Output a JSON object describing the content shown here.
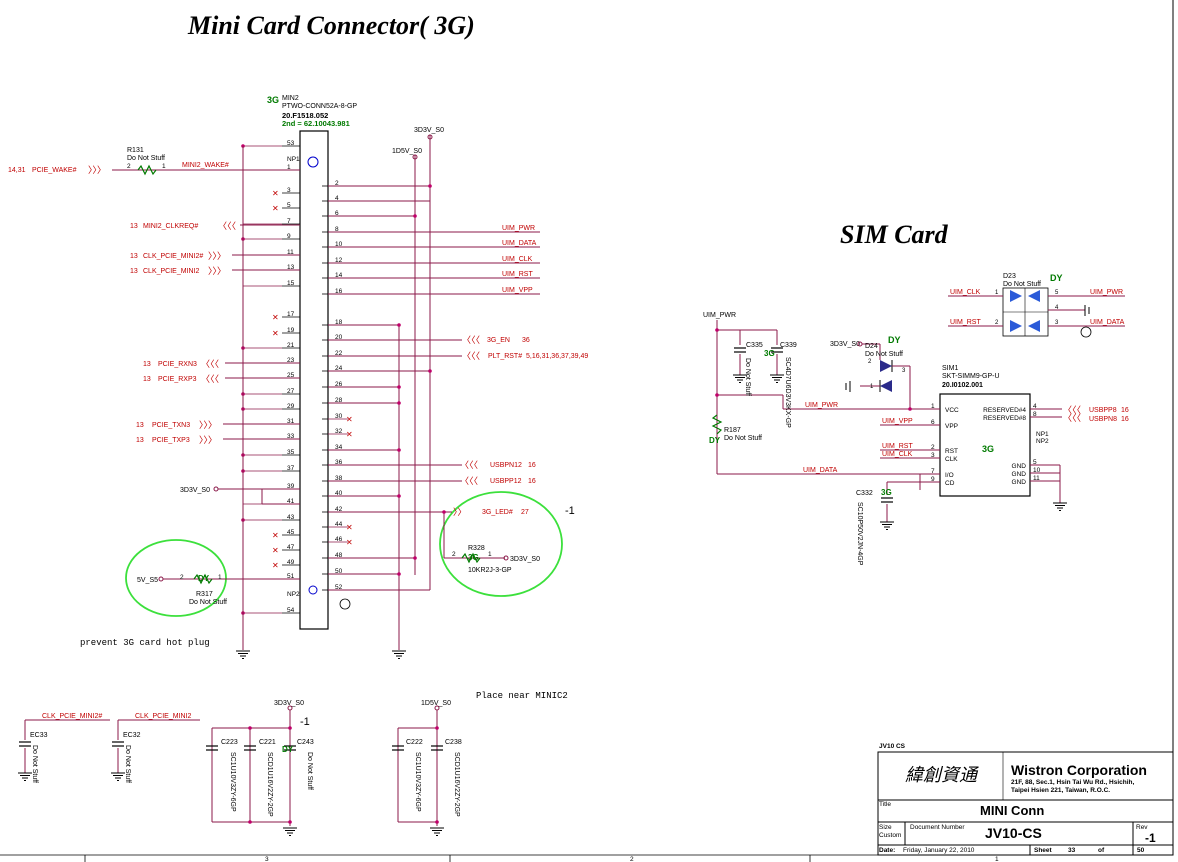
{
  "titles": {
    "mini_card": "Mini Card Connector( 3G)",
    "sim_card": "SIM Card"
  },
  "connector": {
    "tag": "3G",
    "ref": "MIN2",
    "part": "PTWO-CONN52A-8-GP",
    "pn": "20.F1518.052",
    "second": "2nd = 62.10043.981",
    "left_pins": [
      "53",
      "NP1",
      "1",
      "3",
      "5",
      "7",
      "9",
      "11",
      "13",
      "15",
      "17",
      "19",
      "21",
      "23",
      "25",
      "27",
      "29",
      "31",
      "33",
      "35",
      "37",
      "39",
      "41",
      "43",
      "45",
      "47",
      "49",
      "51",
      "NP2",
      "54"
    ],
    "right_pins": [
      "2",
      "4",
      "6",
      "8",
      "10",
      "12",
      "14",
      "16",
      "18",
      "20",
      "22",
      "24",
      "26",
      "28",
      "30",
      "32",
      "34",
      "36",
      "38",
      "40",
      "42",
      "44",
      "46",
      "48",
      "50",
      "52"
    ]
  },
  "rails": {
    "r3d3v": "3D3V_S0",
    "r1d5v": "1D5V_S0",
    "r5v": "5V_S5"
  },
  "left_nets": {
    "wake_ref": "14,31",
    "wake": "PCIE_WAKE#",
    "wake_local": "MINI2_WAKE#",
    "clkreq_ref": "13",
    "clkreq": "MINI2_CLKREQ#",
    "clkn_ref": "13",
    "clkn": "CLK_PCIE_MINI2#",
    "clkp_ref": "13",
    "clkp": "CLK_PCIE_MINI2",
    "rxn_ref": "13",
    "rxn": "PCIE_RXN3",
    "rxp_ref": "13",
    "rxp": "PCIE_RXP3",
    "txn_ref": "13",
    "txn": "PCIE_TXN3",
    "txp_ref": "13",
    "txp": "PCIE_TXP3"
  },
  "right_nets": {
    "uim_pwr": "UIM_PWR",
    "uim_data": "UIM_DATA",
    "uim_clk": "UIM_CLK",
    "uim_rst": "UIM_RST",
    "uim_vpp": "UIM_VPP",
    "en": "3G_EN",
    "en_ref": "36",
    "rst": "PLT_RST#",
    "rst_ref": "5,16,31,36,37,39,49",
    "usbpn": "USBPN12",
    "usbpn_ref": "16",
    "usbpp": "USBPP12",
    "usbpp_ref": "16",
    "led": "3G_LED#",
    "led_ref": "27"
  },
  "r131": {
    "ref": "R131",
    "note": "Do Not Stuff",
    "p1": "1",
    "p2": "2"
  },
  "r317": {
    "ref": "R317",
    "note": "Do Not Stuff",
    "tag": "DY",
    "p1": "1",
    "p2": "2"
  },
  "r328": {
    "ref": "R328",
    "tag": "3G",
    "value": "10KR2J-3-GP",
    "p1": "1",
    "p2": "2"
  },
  "rev_mark": "-1",
  "hotplug_note": "prevent 3G card hot plug",
  "place_note": "Place near MINIC2",
  "sim": {
    "ref": "SIM1",
    "part": "SKT-SIMM9-GP-U",
    "pn": "20.I0102.001",
    "tag": "3G",
    "pins_left": [
      {
        "n": "1",
        "name": "VCC"
      },
      {
        "n": "6",
        "name": "VPP"
      },
      {
        "n": "2",
        "name": "RST"
      },
      {
        "n": "3",
        "name": "CLK"
      },
      {
        "n": "7",
        "name": "I/O"
      },
      {
        "n": "9",
        "name": "CD"
      }
    ],
    "pins_right": [
      {
        "n": "4",
        "name": "RESERVED#4"
      },
      {
        "n": "8",
        "name": "RESERVED#8"
      },
      {
        "n": "",
        "name": "NP1"
      },
      {
        "n": "",
        "name": "NP2"
      },
      {
        "n": "5",
        "name": "GND"
      },
      {
        "n": "10",
        "name": "GND"
      },
      {
        "n": "11",
        "name": "GND"
      }
    ],
    "usbpp": "USBPP8",
    "usbpp_ref": "16",
    "usbpn": "USBPN8",
    "usbpn_ref": "16"
  },
  "d23": {
    "ref": "D23",
    "note": "Do Not Stuff",
    "tag": "DY"
  },
  "d24": {
    "ref": "D24",
    "note": "Do Not Stuff",
    "tag": "DY"
  },
  "c335": {
    "ref": "C335",
    "note": "Do Not Stuff"
  },
  "c339": {
    "ref": "C339",
    "tag": "3G",
    "value": "SC4D7U6D3V3KX-GP"
  },
  "r187": {
    "ref": "R187",
    "note": "Do Not Stuff",
    "tag": "DY"
  },
  "c332": {
    "ref": "C332",
    "tag": "3G",
    "value": "SC10P50V2JN-4GP"
  },
  "ec33": {
    "ref": "EC33",
    "net": "CLK_PCIE_MINI2#",
    "note": "Do Not Stuff"
  },
  "ec32": {
    "ref": "EC32",
    "net": "CLK_PCIE_MINI2",
    "note": "Do Not Stuff"
  },
  "caps": {
    "c223": "C223",
    "c221": "C221",
    "c243": "C243",
    "c222": "C222",
    "c238": "C238",
    "v1": "SC1U10V3ZY-6GP",
    "v2": "SCD1U16V2ZY-2GP",
    "note": "Do Not Stuff",
    "tag": "DY"
  },
  "titleblock": {
    "project": "JV10 CS",
    "company": "Wistron Corporation",
    "chinese": "緯創資通",
    "address1": "21F, 88, Sec.1, Hsin Tai Wu Rd., Hsichih,",
    "address2": "Taipei Hsien 221, Taiwan, R.O.C.",
    "title_label": "Title",
    "title": "MINI Conn",
    "size_label": "Size",
    "size": "Custom",
    "docnum_label": "Document Number",
    "docnum": "JV10-CS",
    "rev_label": "Rev",
    "rev": "-1",
    "date_label": "Date:",
    "date": "Friday, January 22, 2010",
    "sheet_label": "Sheet",
    "sheet": "33",
    "of_label": "of",
    "total": "50"
  },
  "zones": [
    "3",
    "2",
    "1"
  ]
}
